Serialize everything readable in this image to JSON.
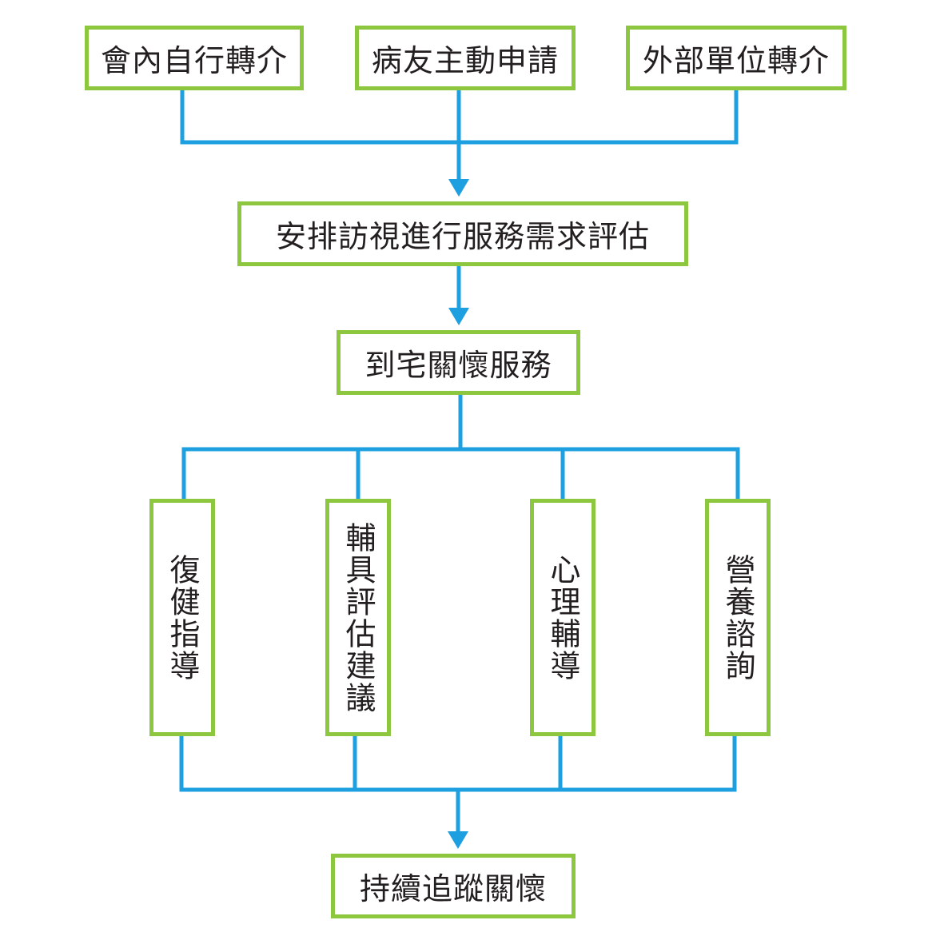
{
  "colors": {
    "box_border": "#8dc63f",
    "connector": "#1ea0e0",
    "text": "#231f20"
  },
  "sources": [
    {
      "label": "會內自行轉介"
    },
    {
      "label": "病友主動申請"
    },
    {
      "label": "外部單位轉介"
    }
  ],
  "assessment": {
    "label": "安排訪視進行服務需求評估"
  },
  "home_care": {
    "label": "到宅關懷服務"
  },
  "services": [
    {
      "label": "復健指導"
    },
    {
      "label": "輔具評估建議"
    },
    {
      "label": "心理輔導"
    },
    {
      "label": "營養諮詢"
    }
  ],
  "followup": {
    "label": "持續追蹤關懷"
  }
}
